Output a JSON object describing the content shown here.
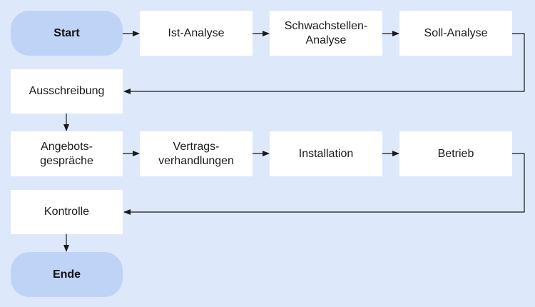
{
  "flowchart": {
    "start": "Start",
    "ist_analyse": "Ist-Analyse",
    "schwachstellen_analyse": "Schwachstellen-\nAnalyse",
    "soll_analyse": "Soll-Analyse",
    "ausschreibung": "Ausschreibung",
    "angebotsgespraeche": "Angebots-\ngespräche",
    "vertragsverhandlungen": "Vertrags-\nverhandlungen",
    "installation": "Installation",
    "betrieb": "Betrieb",
    "kontrolle": "Kontrolle",
    "ende": "Ende"
  },
  "colors": {
    "background": "#dde8fb",
    "terminal_fill": "#bfd3f7",
    "process_fill": "#ffffff",
    "connector": "#1a1a1a"
  }
}
